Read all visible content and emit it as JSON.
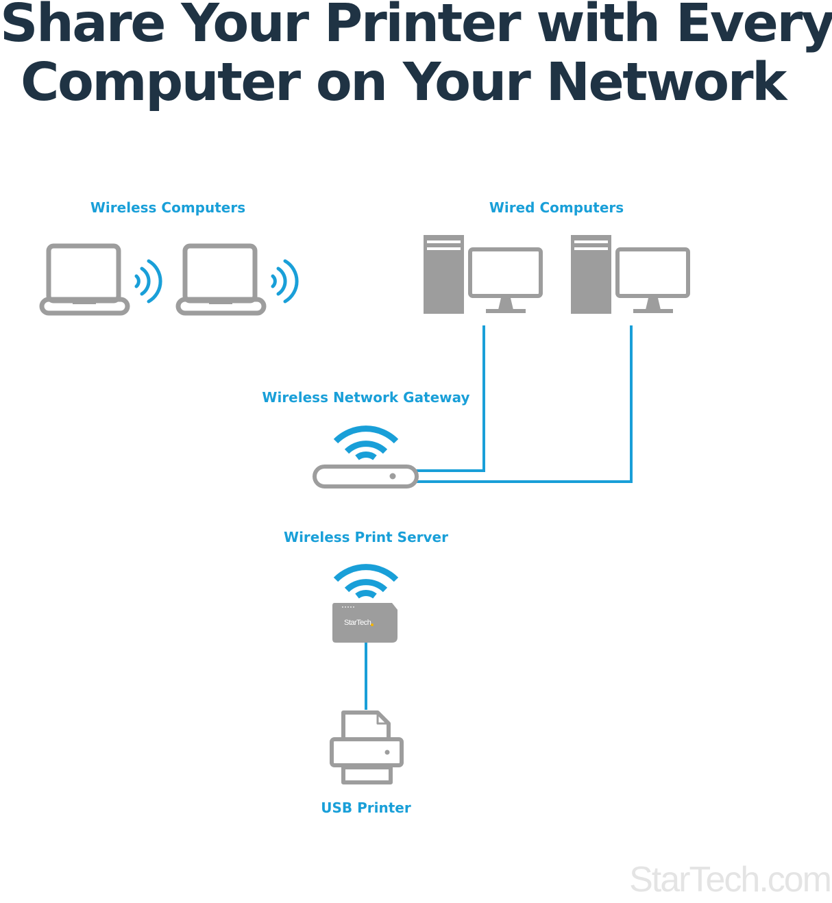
{
  "headline": {
    "line1": "Share Your Printer with Every",
    "line2": "Computer on Your Network"
  },
  "nodes": {
    "wireless_computers": "Wireless Computers",
    "wired_computers": "Wired Computers",
    "gateway": "Wireless Network Gateway",
    "print_server": "Wireless Print Server",
    "printer": "USB Printer"
  },
  "device_brand": "StarTech",
  "watermark": "StarTech.com",
  "colors": {
    "headline": "#1f3344",
    "accent_blue": "#199fd8",
    "device_gray": "#9d9d9d",
    "logo_dot": "#f4b400"
  },
  "icons": [
    "laptop-icon",
    "wireless-signal-icon",
    "desktop-tower-icon",
    "monitor-icon",
    "wifi-icon",
    "router-icon",
    "print-server-icon",
    "printer-icon"
  ]
}
